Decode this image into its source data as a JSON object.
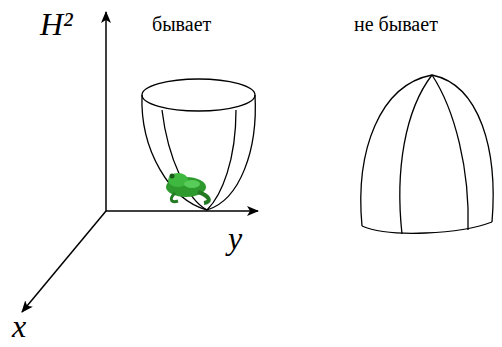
{
  "diagram": {
    "labels": [
      "H²",
      "бывает",
      "не бывает",
      "y",
      "x"
    ]
  }
}
